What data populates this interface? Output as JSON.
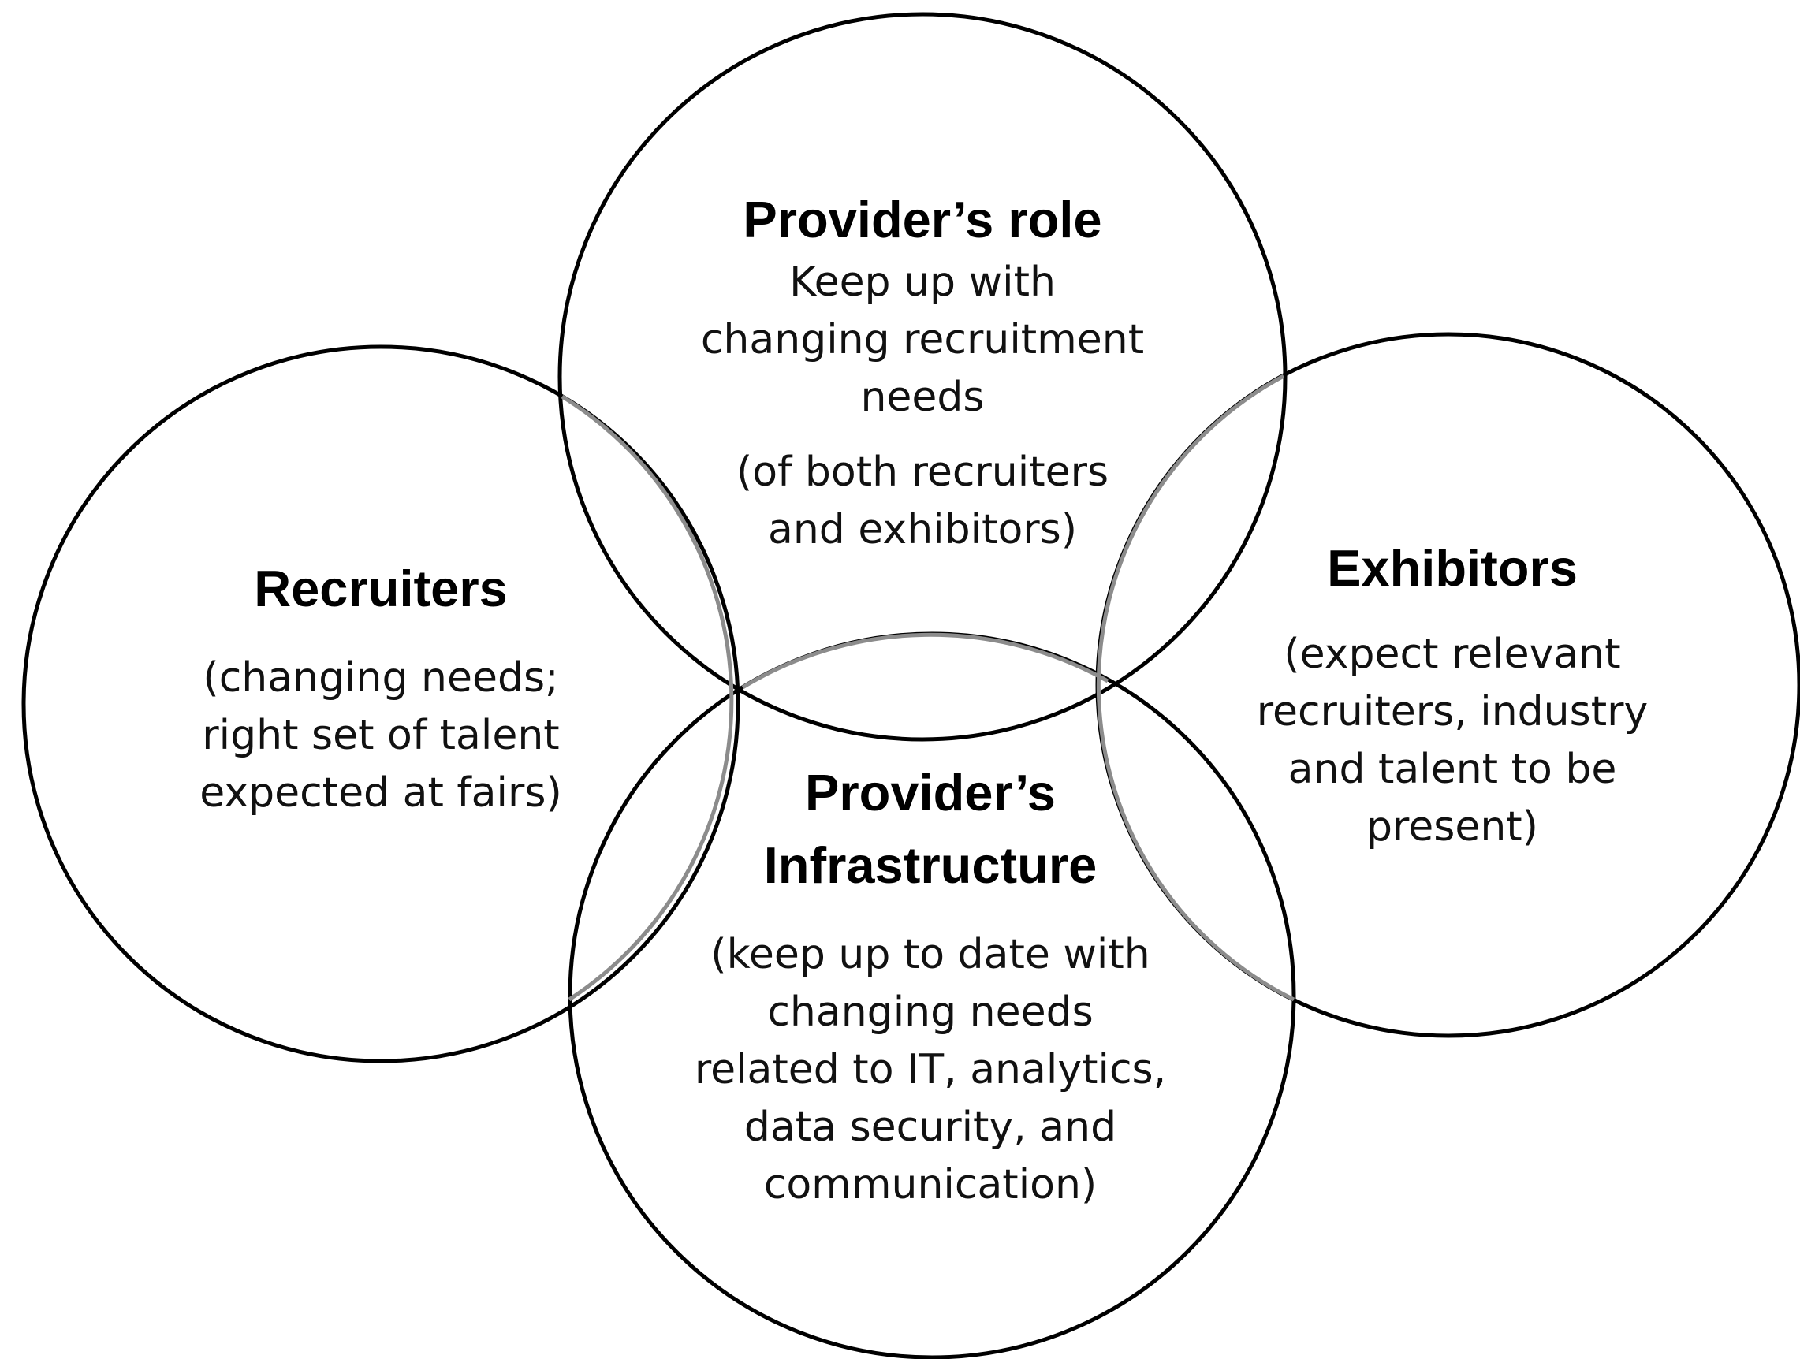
{
  "colors": {
    "background": "#ffffff",
    "circle_stroke_dark": "#000000",
    "circle_stroke_overlap": "#8c8c8c",
    "text": "#000000"
  },
  "circles": [
    {
      "id": "providers-role",
      "title": "Provider’s role",
      "lines": [
        "Keep up with",
        "changing recruitment",
        "needs"
      ],
      "note_lines": [
        "(of both recruiters",
        "and exhibitors)"
      ]
    },
    {
      "id": "recruiters",
      "title": "Recruiters",
      "lines": [
        "(changing needs;",
        "right set of talent",
        "expected at fairs)"
      ]
    },
    {
      "id": "exhibitors",
      "title": "Exhibitors",
      "lines": [
        "(expect relevant",
        "recruiters, industry",
        "and talent to be",
        "present)"
      ]
    },
    {
      "id": "providers-infrastructure",
      "title_lines": [
        "Provider’s",
        "Infrastructure"
      ],
      "lines": [
        "(keep up to date with",
        "changing needs",
        "related to IT, analytics,",
        "data security, and",
        "communication)"
      ]
    }
  ]
}
